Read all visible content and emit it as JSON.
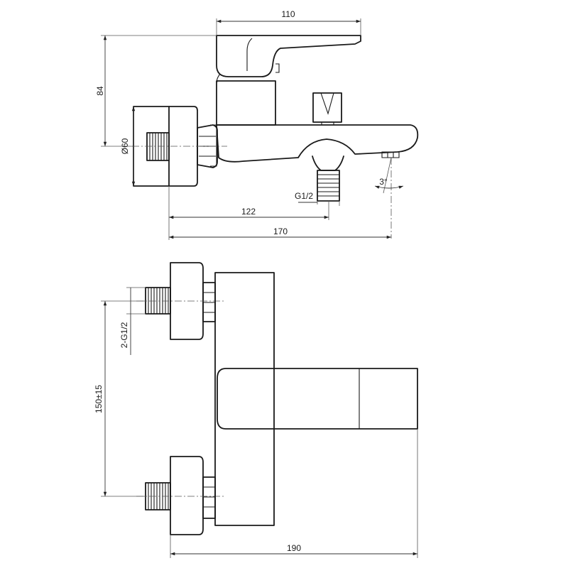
{
  "drawing": {
    "views": [
      {
        "name": "side-view",
        "dimensions": {
          "lever_length": "110",
          "height": "84",
          "wall_flange_diameter": "Ø60",
          "outlet_offset": "122",
          "total_projection": "170",
          "outlet_thread": "G1/2",
          "spout_angle": "3°"
        }
      },
      {
        "name": "front-view",
        "dimensions": {
          "inlet_threads": "2-G1/2",
          "inlet_spacing": "150±15",
          "overall_width": "190"
        }
      }
    ]
  }
}
